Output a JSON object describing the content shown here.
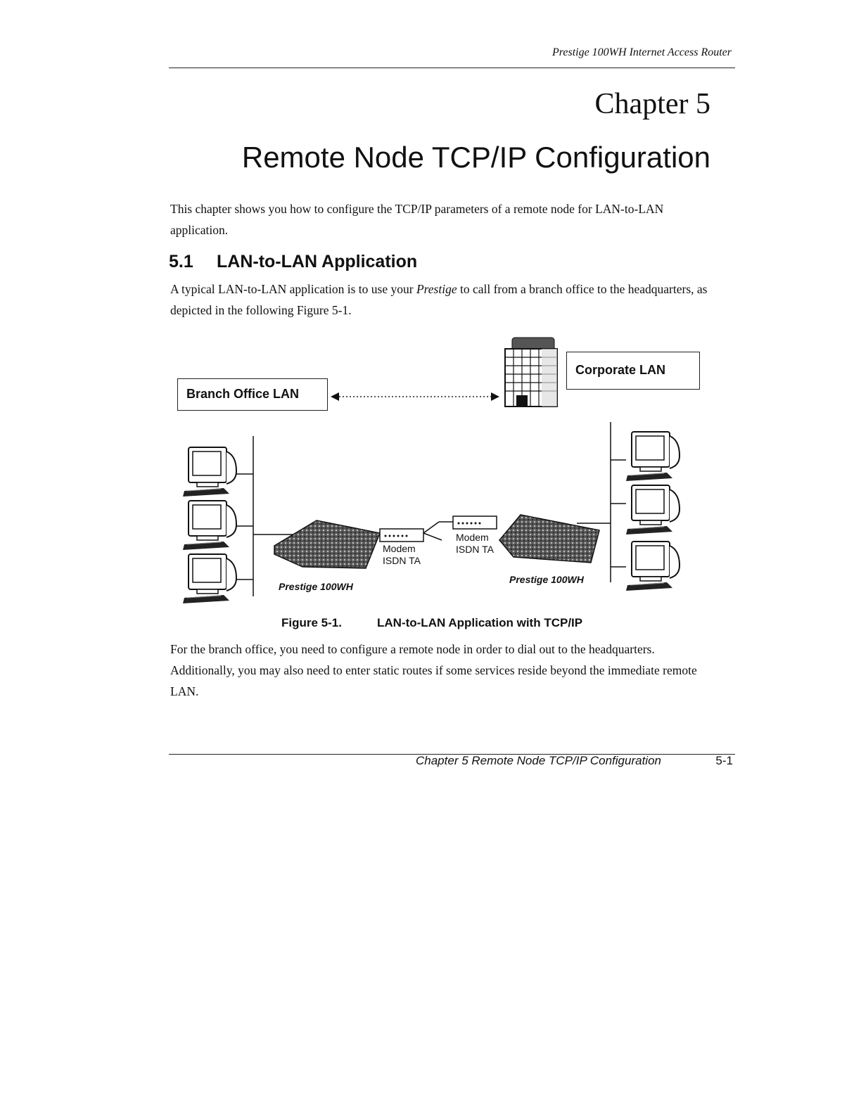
{
  "header": {
    "running_title": "Prestige 100WH Internet Access Router"
  },
  "chapter": {
    "label": "Chapter 5",
    "title": "Remote Node TCP/IP Configuration"
  },
  "intro": "This chapter shows you how to configure the TCP/IP parameters of a remote node for LAN-to-LAN application.",
  "section": {
    "number": "5.1",
    "title": "LAN-to-LAN Application",
    "para1": {
      "before": "A typical LAN-to-LAN application is to use your ",
      "emphasis": "Prestige",
      "after": " to call from a branch office to the headquarters, as depicted in the following Figure 5-1."
    }
  },
  "figure": {
    "branch_label": "Branch Office LAN",
    "corporate_label": "Corporate LAN",
    "modem_left": "Modem",
    "isdn_left": "ISDN TA",
    "modem_right": "Modem",
    "isdn_right": "ISDN TA",
    "router_left": "Prestige 100WH",
    "router_right": "Prestige 100WH",
    "caption_number": "Figure 5-1.",
    "caption_text": "LAN-to-LAN Application with TCP/IP"
  },
  "para2": "For the branch office, you need to configure a remote node in order to dial out to the headquarters. Additionally, you may also need to enter static routes if some services reside beyond the immediate remote LAN.",
  "footer": {
    "chapter_text": "Chapter 5 Remote Node TCP/IP Configuration",
    "page_number": "5-1"
  }
}
